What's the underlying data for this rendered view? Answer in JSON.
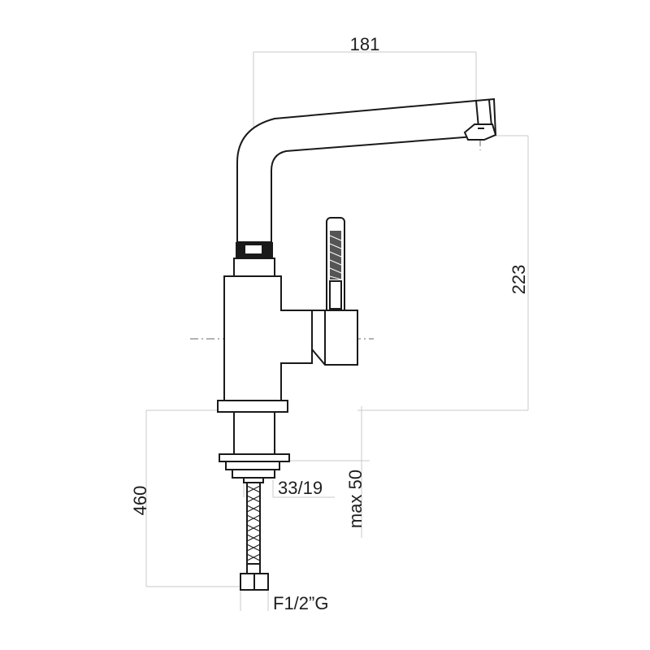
{
  "dimensions": {
    "spout_reach": "181",
    "spout_height": "223",
    "hose_length": "460",
    "hole_diameter": "33/19",
    "max_thickness": "max 50",
    "connection": "F1/2”G"
  },
  "colors": {
    "outline": "#1a1a1a",
    "dimension_line": "#c9c9c9",
    "background": "#ffffff"
  }
}
